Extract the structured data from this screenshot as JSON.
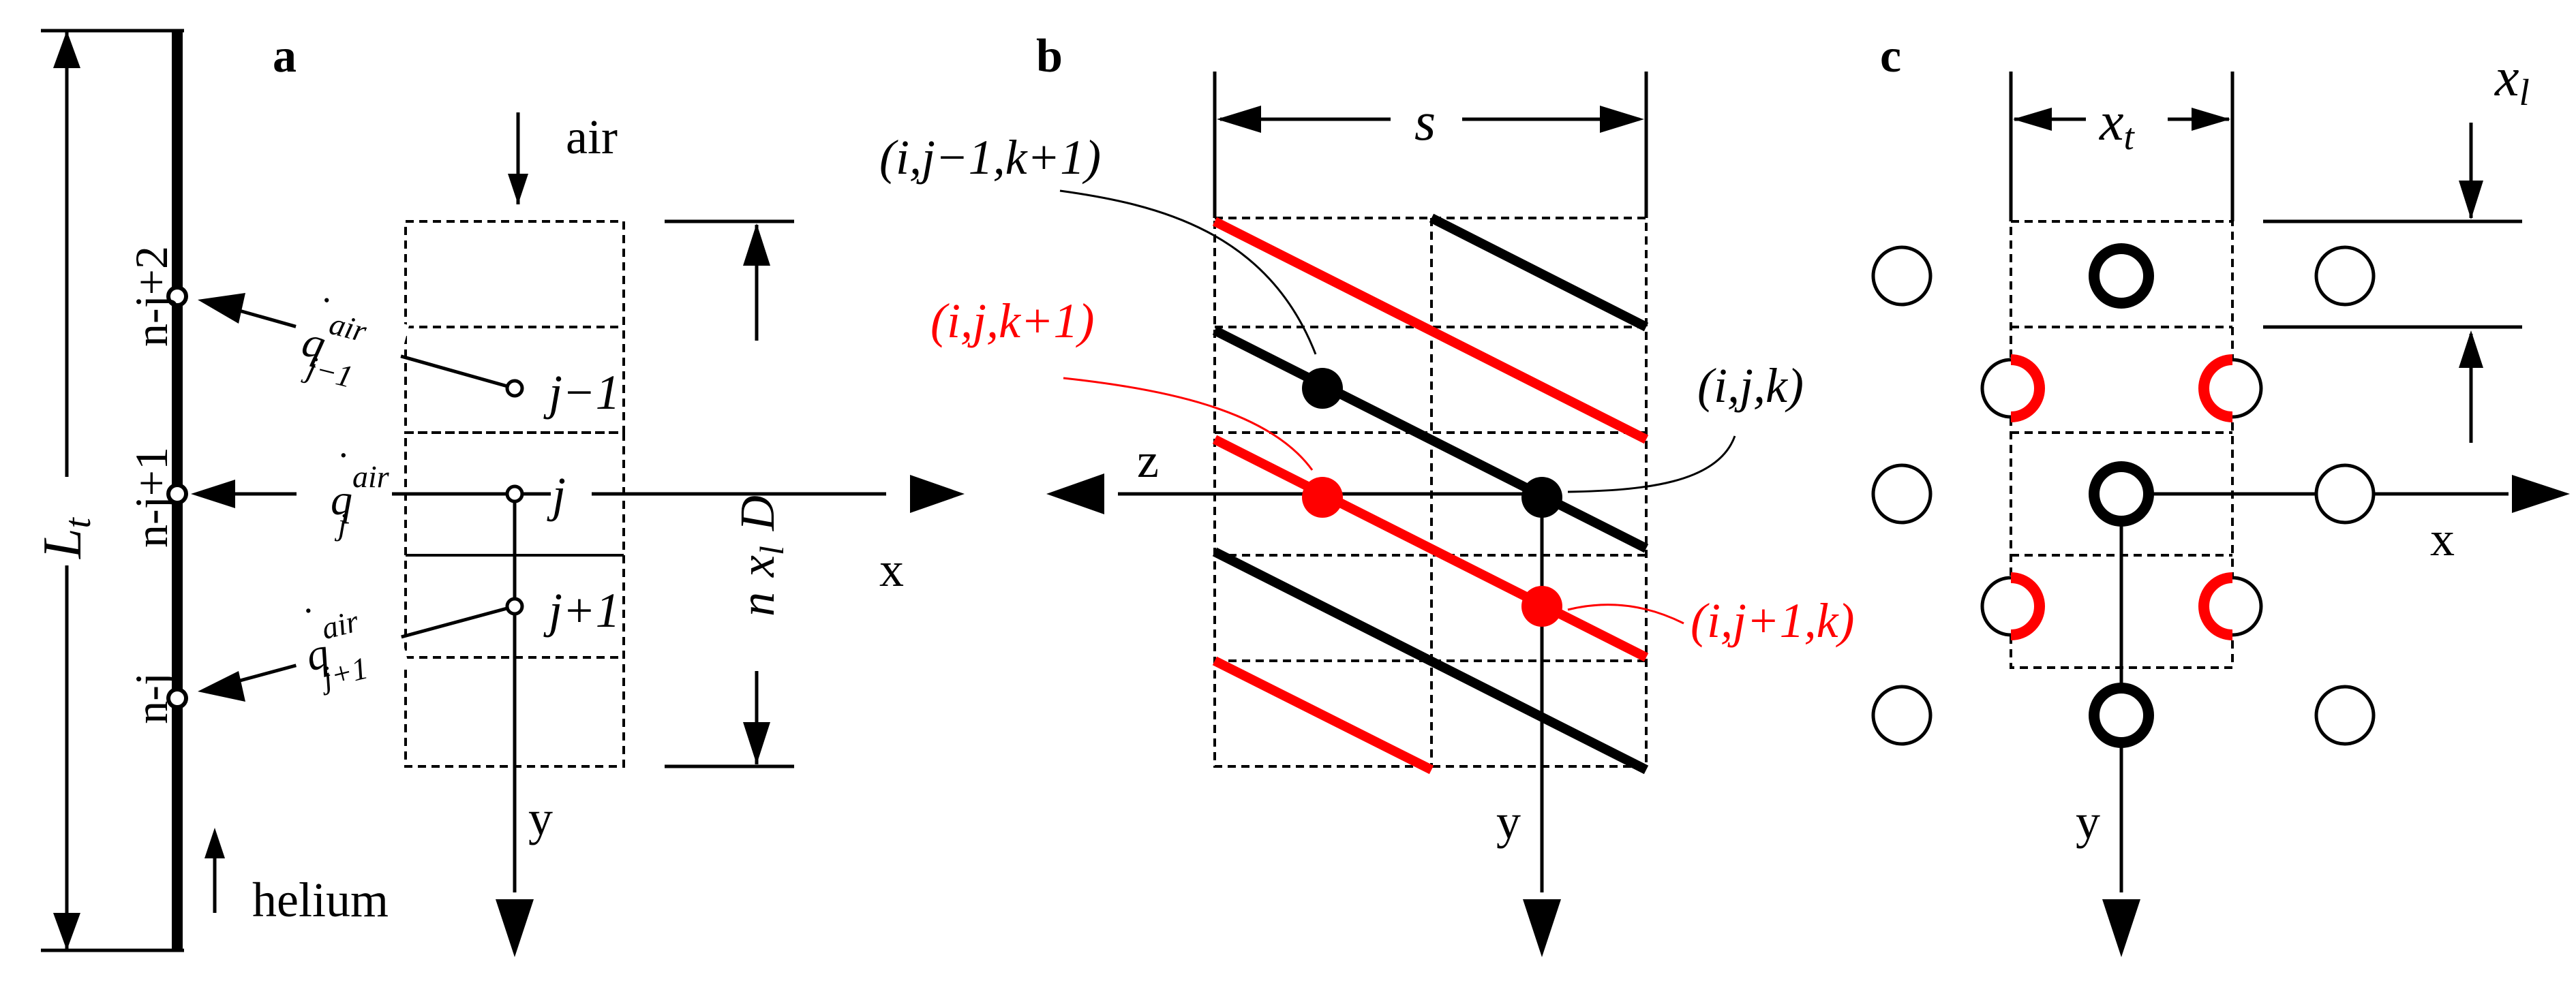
{
  "colors": {
    "black": "#000000",
    "red": "#ff0000"
  },
  "panel_a": {
    "label": "a",
    "air": "air",
    "helium": "helium",
    "Lt_main": "L",
    "Lt_sub": "t",
    "nodes": [
      "n-j+2",
      "n-j+1",
      "n-j"
    ],
    "rows": [
      "j−1",
      "j",
      "j+1"
    ],
    "q_main": "q",
    "q_dot": "˙",
    "q_sup": "air",
    "q_subs": [
      "j−1",
      "j",
      "j+1"
    ],
    "height_label": {
      "n": "n",
      "x": "x",
      "l": "l",
      "D": "D"
    },
    "axis_x": "x",
    "axis_y": "y"
  },
  "panel_b": {
    "label": "b",
    "s": "s",
    "axis_z": "z",
    "axis_y": "y",
    "pt_top_black": "(i,j−1,k+1)",
    "pt_red_top": "(i,j,k+1)",
    "pt_center": "(i,j,k)",
    "pt_red_bottom": "(i,j+1,k)"
  },
  "panel_c": {
    "label": "c",
    "xt_main": "x",
    "xt_sub": "t",
    "xl_main": "x",
    "xl_sub": "l",
    "axis_x": "x",
    "axis_y": "y"
  }
}
